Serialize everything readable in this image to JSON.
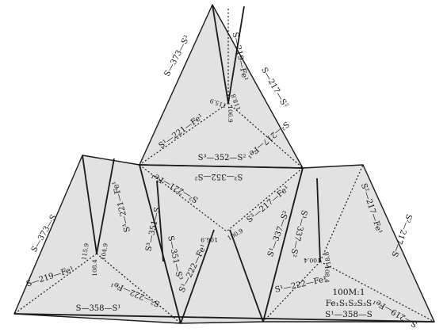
{
  "labels": {
    "t_s373": "S—373—S³",
    "t_s219fe": "S—219—Fe¹",
    "t_s217": "S—217—S²",
    "t_s221fe": "S¹—221—Fe¹",
    "t_s2217": "S²—217—Fe¹",
    "t_a1159": "115.9",
    "t_a1188": "118.8",
    "t_a1069": "106.9",
    "mid_s3352": "S³—352—S²",
    "ml_s3352": "S³—352—S²",
    "m_s2221": "S²—221—Fe¹",
    "m_s3217": "S³—217—Fe¹",
    "c_s351": "S³—351—S",
    "c_s351b": "S—351—S³",
    "c_s222": "S¹—222—Fe¹",
    "c_a1069": "106.9",
    "c_a1009": "100.9",
    "l_s373": "S—373—S",
    "l_s221": "S³—221—Fe¹",
    "l_a1159": "115.9",
    "l_a1049": "104.9",
    "l_a1084": "108.4",
    "l_s219": "S—219—Fe¹",
    "l_s222": "S²—222—Fe¹",
    "l_bottom": "S—358—S¹",
    "r_s337": "S¹—337—S²",
    "r_s337b": "S¹—337—S²",
    "r_s217": "S²—217—Fe¹",
    "r_s217b": "S²—217—S",
    "r_s222": "S¹—222—Fe¹",
    "r_a1004": "100.4",
    "r_a1188": "118.8",
    "r_a1084": "108.4",
    "r_s219": "S—219—Fe¹",
    "cap_title": "100M:1",
    "cap_formula": "Fe₁S₁S₂S₃S",
    "cap_bond": "S¹—358—S"
  }
}
